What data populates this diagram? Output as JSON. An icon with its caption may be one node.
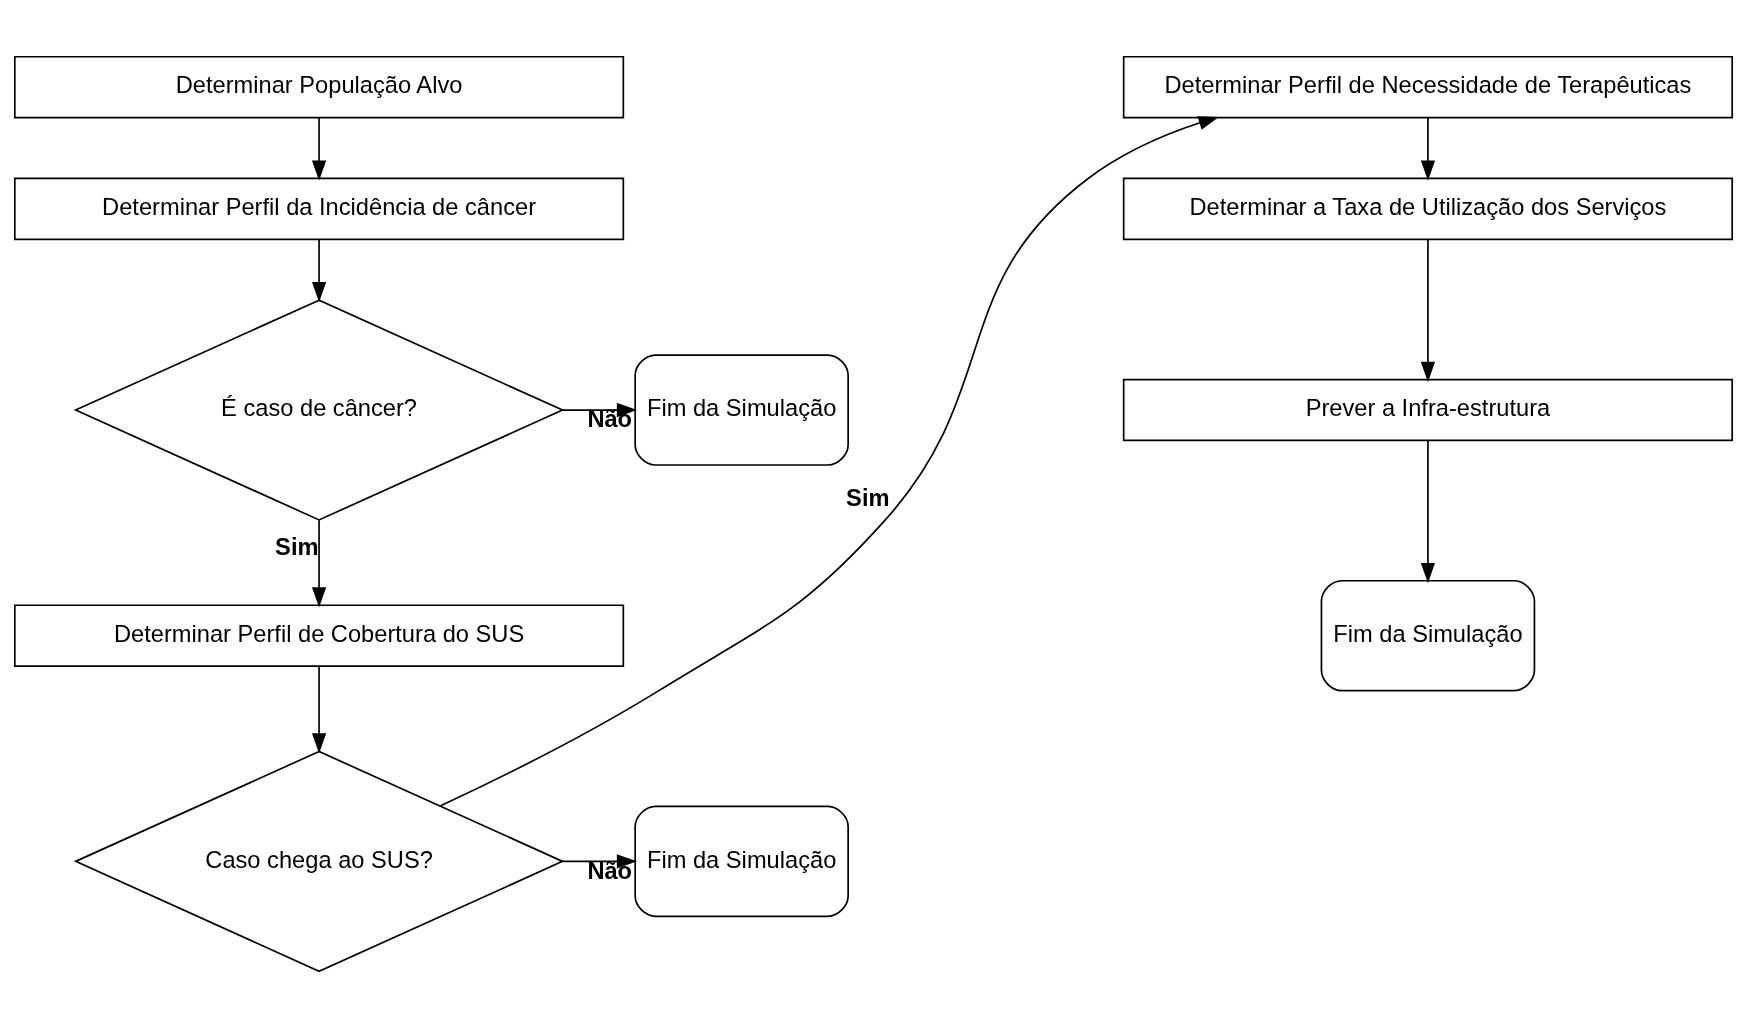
{
  "diagram": {
    "nodes": [
      {
        "text": [
          "Determinar População Alvo"
        ]
      },
      {
        "text": [
          "Determinar Perfil da Incidência de câncer"
        ]
      },
      {
        "text": [
          "Fim da Simulação"
        ]
      },
      {
        "text": [
          "É caso de câncer?"
        ]
      },
      {
        "text": [
          "Determinar Perfil de Cobertura do SUS"
        ]
      },
      {
        "text": [
          "Fim da Simulação"
        ]
      },
      {
        "text": [
          "Caso chega ao SUS?"
        ]
      },
      {
        "text": [
          "Determinar Perfil de Necessidade de Terapêuticas"
        ]
      },
      {
        "text": [
          "Determinar a Taxa de Utilização dos Serviços"
        ]
      },
      {
        "text": [
          "Prever a Infra-estrutura"
        ]
      },
      {
        "text": [
          "Fim da Simulação"
        ]
      }
    ],
    "edges": [
      {
        "from": 0,
        "to": 1,
        "arrow": "to"
      },
      {
        "from": 1,
        "to": 3,
        "arrow": "to"
      },
      {
        "from": 3,
        "to": 2,
        "arrow": "to",
        "label": "Não"
      },
      {
        "from": 3,
        "to": 4,
        "arrow": "to",
        "label": "Sim"
      },
      {
        "from": 4,
        "to": 6,
        "arrow": "to"
      },
      {
        "from": 6,
        "to": 5,
        "arrow": "to",
        "label": "Não"
      },
      {
        "from": 6,
        "to": 7,
        "arrow": "to",
        "label": "Sim"
      },
      {
        "from": 7,
        "to": 8,
        "arrow": "to"
      },
      {
        "from": 8,
        "to": 9,
        "arrow": "to"
      },
      {
        "from": 9,
        "to": 10,
        "arrow": "to"
      }
    ]
  }
}
